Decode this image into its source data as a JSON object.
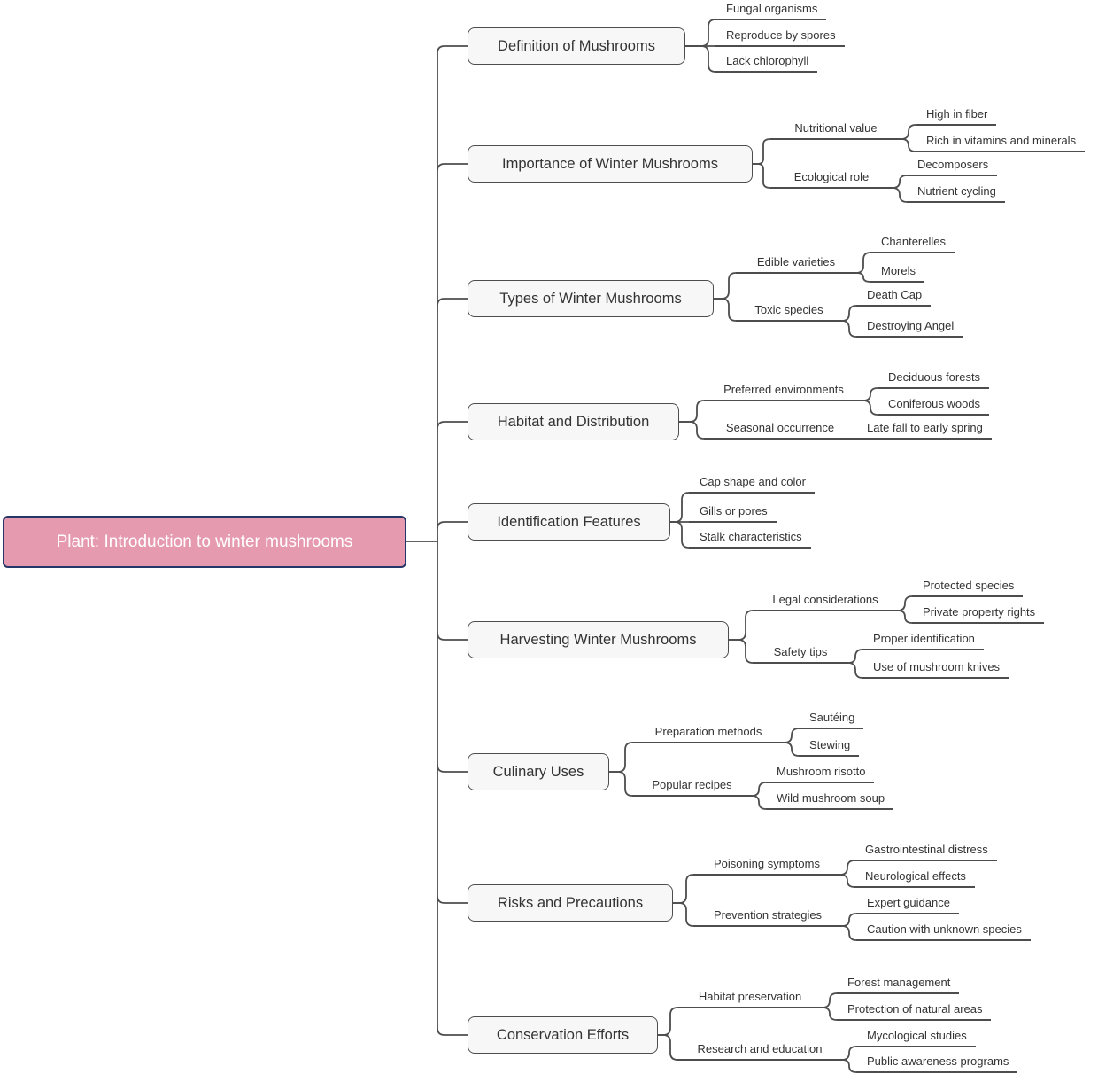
{
  "root": {
    "label": "Plant: Introduction to winter mushrooms"
  },
  "colors": {
    "root_fill": "#e59aaf",
    "root_border": "#263668",
    "node_fill": "#f7f7f7",
    "line": "#4d4d4d",
    "text": "#333333"
  },
  "branches": [
    {
      "label": "Definition of Mushrooms",
      "children": [
        {
          "label": "Fungal organisms"
        },
        {
          "label": "Reproduce by spores"
        },
        {
          "label": "Lack chlorophyll"
        }
      ]
    },
    {
      "label": "Importance of Winter Mushrooms",
      "children": [
        {
          "label": "Nutritional value",
          "children": [
            {
              "label": "High in fiber"
            },
            {
              "label": "Rich in vitamins and minerals"
            }
          ]
        },
        {
          "label": "Ecological role",
          "children": [
            {
              "label": "Decomposers"
            },
            {
              "label": "Nutrient cycling"
            }
          ]
        }
      ]
    },
    {
      "label": "Types of Winter Mushrooms",
      "children": [
        {
          "label": "Edible varieties",
          "children": [
            {
              "label": "Chanterelles"
            },
            {
              "label": "Morels"
            }
          ]
        },
        {
          "label": "Toxic species",
          "children": [
            {
              "label": "Death Cap"
            },
            {
              "label": "Destroying Angel"
            }
          ]
        }
      ]
    },
    {
      "label": "Habitat and Distribution",
      "children": [
        {
          "label": "Preferred environments",
          "children": [
            {
              "label": "Deciduous forests"
            },
            {
              "label": "Coniferous woods"
            }
          ]
        },
        {
          "label": "Seasonal occurrence",
          "children": [
            {
              "label": "Late fall to early spring"
            }
          ]
        }
      ]
    },
    {
      "label": "Identification Features",
      "children": [
        {
          "label": "Cap shape and color"
        },
        {
          "label": "Gills or pores"
        },
        {
          "label": "Stalk characteristics"
        }
      ]
    },
    {
      "label": "Harvesting Winter Mushrooms",
      "children": [
        {
          "label": "Legal considerations",
          "children": [
            {
              "label": "Protected species"
            },
            {
              "label": "Private property rights"
            }
          ]
        },
        {
          "label": "Safety tips",
          "children": [
            {
              "label": "Proper identification"
            },
            {
              "label": "Use of mushroom knives"
            }
          ]
        }
      ]
    },
    {
      "label": "Culinary Uses",
      "children": [
        {
          "label": "Preparation methods",
          "children": [
            {
              "label": "Sautéing"
            },
            {
              "label": "Stewing"
            }
          ]
        },
        {
          "label": "Popular recipes",
          "children": [
            {
              "label": "Mushroom risotto"
            },
            {
              "label": "Wild mushroom soup"
            }
          ]
        }
      ]
    },
    {
      "label": "Risks and Precautions",
      "children": [
        {
          "label": "Poisoning symptoms",
          "children": [
            {
              "label": "Gastrointestinal distress"
            },
            {
              "label": "Neurological effects"
            }
          ]
        },
        {
          "label": "Prevention strategies",
          "children": [
            {
              "label": "Expert guidance"
            },
            {
              "label": "Caution with unknown species"
            }
          ]
        }
      ]
    },
    {
      "label": "Conservation Efforts",
      "children": [
        {
          "label": "Habitat preservation",
          "children": [
            {
              "label": "Forest management"
            },
            {
              "label": "Protection of natural areas"
            }
          ]
        },
        {
          "label": "Research and education",
          "children": [
            {
              "label": "Mycological studies"
            },
            {
              "label": "Public awareness programs"
            }
          ]
        }
      ]
    }
  ]
}
